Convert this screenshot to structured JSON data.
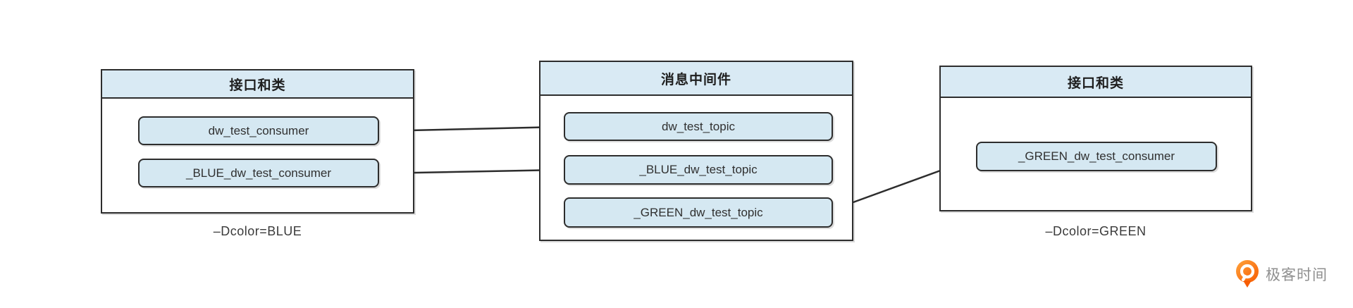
{
  "diagram": {
    "left_panel": {
      "title": "接口和类",
      "items": [
        {
          "label": "dw_test_consumer"
        },
        {
          "label": "_BLUE_dw_test_consumer"
        }
      ],
      "caption": "–Dcolor=BLUE"
    },
    "middle_panel": {
      "title": "消息中间件",
      "items": [
        {
          "label": "dw_test_topic"
        },
        {
          "label": "_BLUE_dw_test_topic"
        },
        {
          "label": "_GREEN_dw_test_topic"
        }
      ]
    },
    "right_panel": {
      "title": "接口和类",
      "items": [
        {
          "label": "_GREEN_dw_test_consumer"
        }
      ],
      "caption": "–Dcolor=GREEN"
    },
    "edges": [
      {
        "from": "dw_test_consumer",
        "to": "dw_test_topic"
      },
      {
        "from": "_BLUE_dw_test_consumer",
        "to": "_BLUE_dw_test_topic"
      },
      {
        "from": "_GREEN_dw_test_consumer",
        "to": "_GREEN_dw_test_topic"
      }
    ],
    "colors": {
      "header_fill": "#d9eaf4",
      "node_fill": "#d5e8f2",
      "border": "#2d2d2d",
      "background": "#ffffff"
    }
  },
  "watermark": {
    "brand": "极客时间",
    "icon": "geek-time-logo",
    "accent_color": "#f76b06",
    "text_color": "#8f8f8f"
  }
}
